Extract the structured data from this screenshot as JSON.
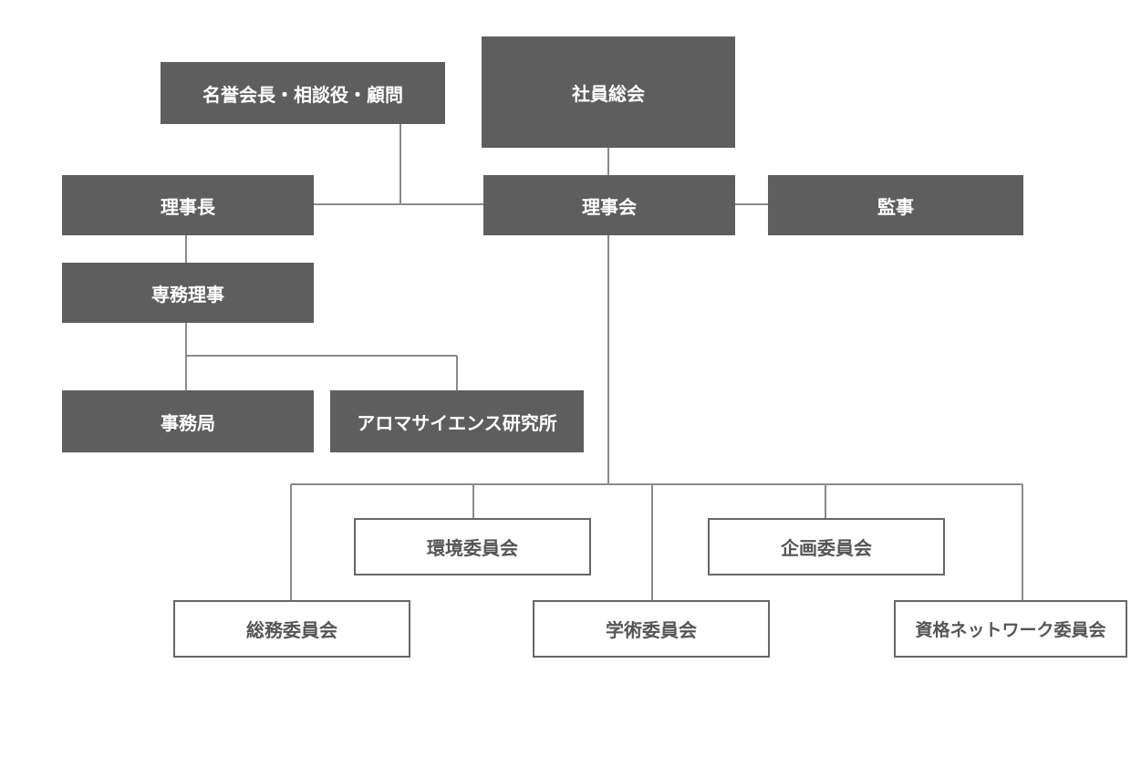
{
  "org_chart": {
    "general_meeting": "社員総会",
    "honorary": "名誉会長・相談役・顧問",
    "chairman": "理事長",
    "board": "理事会",
    "auditor": "監事",
    "executive_director": "専務理事",
    "secretariat": "事務局",
    "research_institute": "アロマサイエンス研究所",
    "committees": {
      "environment": "環境委員会",
      "planning": "企画委員会",
      "general_affairs": "総務委員会",
      "academic": "学術委員会",
      "qualification_network": "資格ネットワーク委員会"
    }
  },
  "colors": {
    "dark_box": "#5e5e5e",
    "light_box_border": "#666666",
    "connector": "#8a8a8a"
  }
}
